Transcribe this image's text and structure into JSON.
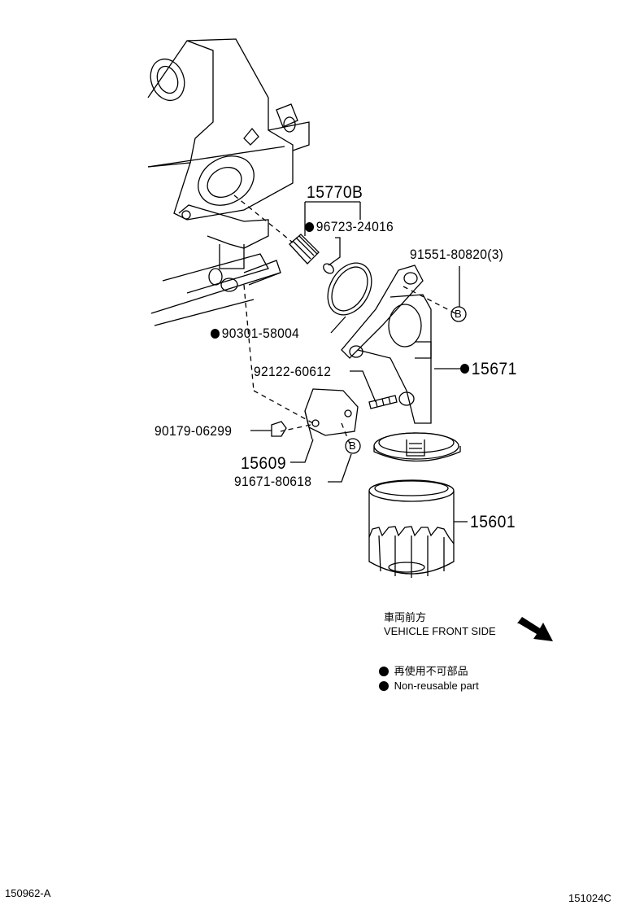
{
  "parts": {
    "p15770B": "15770B",
    "p96723": "96723-24016",
    "p91551": "91551-80820(3)",
    "p90301": "90301-58004",
    "p15671": "15671",
    "p92122": "92122-60612",
    "p90179": "90179-06299",
    "p15609": "15609",
    "p91671": "91671-80618",
    "p15601": "15601"
  },
  "callout_letter": "B",
  "direction": {
    "jp": "車両前方",
    "en": "VEHICLE FRONT SIDE"
  },
  "legend": {
    "jp": "再使用不可部品",
    "en": "Non-reusable part"
  },
  "footer": {
    "left_code": "150962-A",
    "right_code": "151024C"
  }
}
